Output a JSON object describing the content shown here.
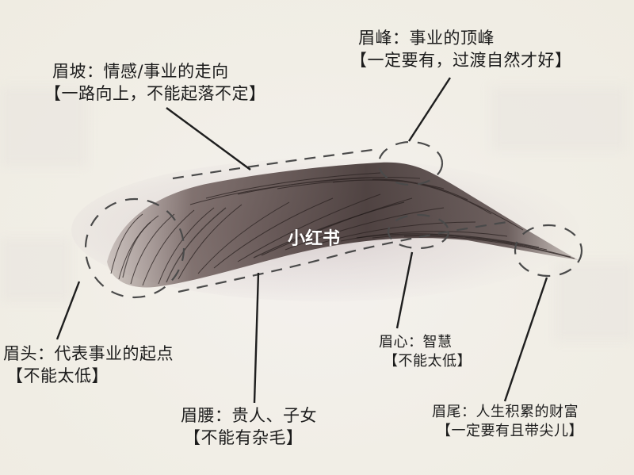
{
  "diagram": {
    "subject": "eyebrow",
    "regions": [
      {
        "id": "brow-slope",
        "title": "眉坡：情感/事业的走向",
        "note": "【一路向上，不能起落不定】"
      },
      {
        "id": "brow-peak",
        "title": "眉峰：事业的顶峰",
        "note": "【一定要有，过渡自然才好】"
      },
      {
        "id": "brow-head",
        "title": "眉头：代表事业的起点",
        "note": "【不能太低】"
      },
      {
        "id": "brow-center",
        "title": "眉心：智慧",
        "note": "【不能太低】"
      },
      {
        "id": "brow-waist",
        "title": "眉腰：贵人、子女",
        "note": "【不能有杂毛】"
      },
      {
        "id": "brow-tail",
        "title": "眉尾：人生积累的财富",
        "note": "【一定要有且带尖儿】"
      }
    ],
    "colors": {
      "background": "#f1eee6",
      "text": "#1c1c1c",
      "hair_dark": "#3a2f2d",
      "hair_mid": "#5b4a47",
      "dash_line": "#4a4a4a",
      "watermark": "#ffffff"
    }
  },
  "watermark": {
    "text": "小红书"
  }
}
